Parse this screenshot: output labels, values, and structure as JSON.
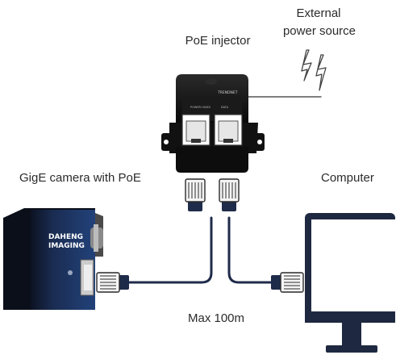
{
  "labels": {
    "poe_injector": "PoE injector",
    "external_power_line1": "External",
    "external_power_line2": "power source",
    "camera": "GigE camera with PoE",
    "computer": "Computer",
    "distance": "Max 100m"
  },
  "camera_logo": [
    "DAHENG",
    "IMAGING"
  ],
  "injector_brand": "TRENDNET",
  "colors": {
    "text": "#2b2b2b",
    "cable": "#1f2b4a",
    "connector": "#f3f3f3",
    "injector_body": "#111111",
    "camera_body": "#16203a",
    "camera_face": "#1f3a66",
    "monitor_frame": "#1e2840",
    "bolt": "#444444"
  },
  "icons": [
    "lightning-bolt-icon",
    "rj45-connector-icon",
    "monitor-icon",
    "camera-icon"
  ]
}
